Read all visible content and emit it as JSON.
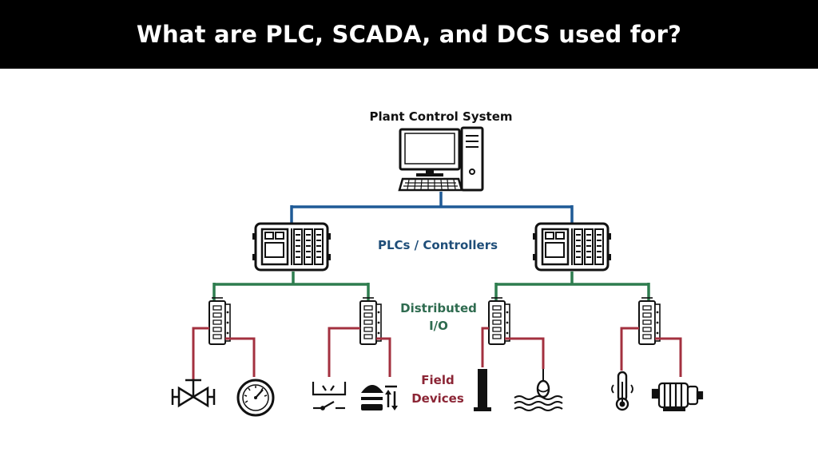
{
  "title": "What are PLC, SCADA, and DCS used for?",
  "labels": {
    "plant": "Plant Control System",
    "plcs": "PLCs / Controllers",
    "dio_line1": "Distributed",
    "dio_line2": "I/O",
    "field_line1": "Field",
    "field_line2": "Devices"
  },
  "colors": {
    "network": "#1f5a96",
    "io_bus": "#2e7d4f",
    "field_wiring": "#a3303f",
    "plcs_text": "#1f4e79",
    "dio_text": "#2e6b4f",
    "field_text": "#8b2535"
  },
  "field_devices": [
    {
      "icon": "valve-icon"
    },
    {
      "icon": "pressure-gauge-icon"
    },
    {
      "icon": "level-switch-icon"
    },
    {
      "icon": "pressure-switch-icon"
    },
    {
      "icon": "level-transmitter-icon"
    },
    {
      "icon": "float-switch-icon"
    },
    {
      "icon": "thermometer-icon"
    },
    {
      "icon": "motor-icon"
    }
  ]
}
